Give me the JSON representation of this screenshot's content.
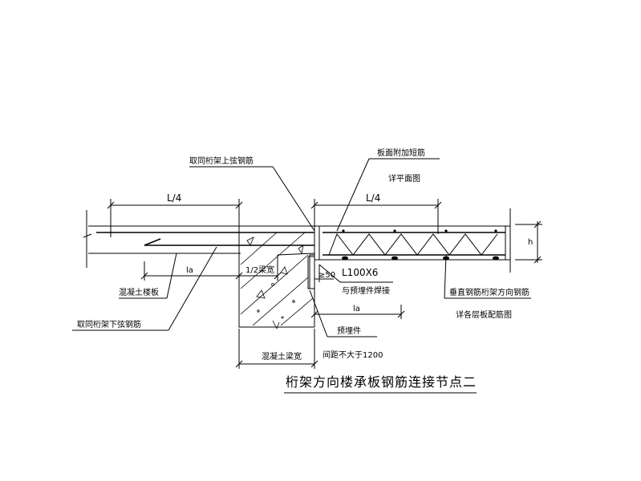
{
  "drawing": {
    "title": "桁架方向楼承板钢筋连接节点二",
    "labels": {
      "top_rebar_note": "取同桁架上弦钢筋",
      "added_short_bar": "板面附加短筋",
      "see_plan": "详平面图",
      "dim_l4_left": "L/4",
      "dim_l4_right": "L/4",
      "dim_h": "h",
      "dim_la_left": "la",
      "dim_half_beam": "1/2梁宽",
      "dim_50": "≥50",
      "angle_steel": "L100X6",
      "weld_note": "与预埋件焊接",
      "concrete_slab": "混凝土楼板",
      "perp_rebar": "垂直钢筋桁架方向钢筋",
      "see_floor_plan": "详各层板配筋图",
      "dim_la_right": "la",
      "bottom_rebar_note": "取同桁架下弦钢筋",
      "embedded_part": "预埋件",
      "spacing_note": "间距不大于1200",
      "beam_width": "混凝土梁宽"
    }
  }
}
